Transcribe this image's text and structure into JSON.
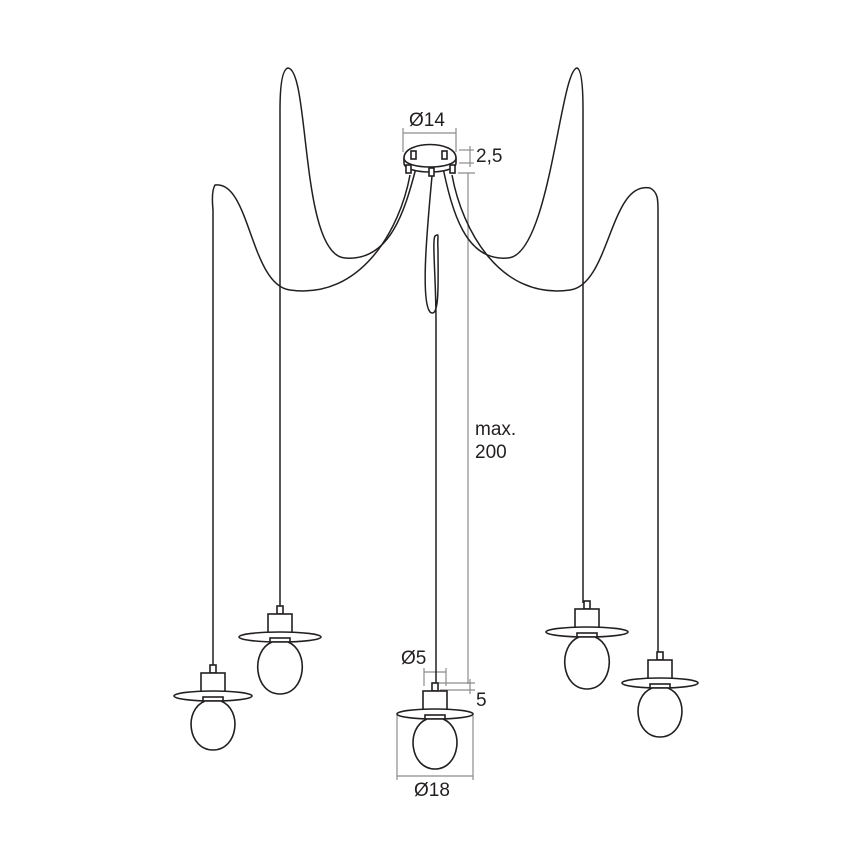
{
  "diagram": {
    "type": "technical-drawing",
    "subject": "5-bulb spider pendant lamp with ceiling canopy",
    "dimensions": {
      "canopy_diameter": "Ø14",
      "canopy_height": "2,5",
      "max_length_line1": "max.",
      "max_length_line2": "200",
      "socket_diameter": "Ø5",
      "socket_height": "5",
      "shade_diameter": "Ø18"
    },
    "colors": {
      "line": "#231f20",
      "dimension_line": "#8c8c8c",
      "background": "#ffffff"
    },
    "pendants_count": 5
  }
}
